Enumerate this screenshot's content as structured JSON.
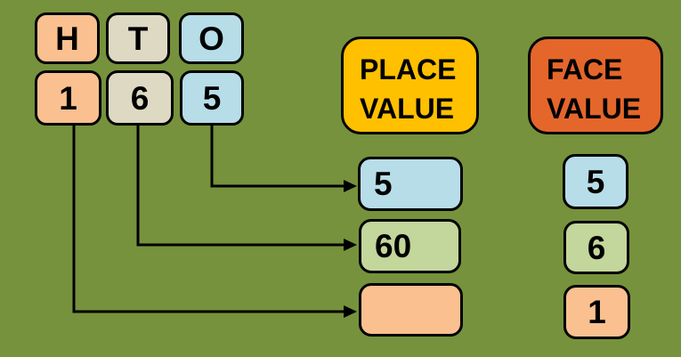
{
  "title": "Place value and face value diagram for 165",
  "colors": {
    "background": "#76923C",
    "peach": "#FAC090",
    "beige": "#DDD9C3",
    "blue": "#B7DDE8",
    "green": "#C3D69B",
    "yellow": "#FFC000",
    "orange": "#E4662B",
    "line": "#000000"
  },
  "digit_grid": {
    "column_headers": [
      {
        "label": "H",
        "color_key": "peach"
      },
      {
        "label": "T",
        "color_key": "beige"
      },
      {
        "label": "O",
        "color_key": "blue"
      }
    ],
    "digits": [
      {
        "label": "1",
        "color_key": "peach"
      },
      {
        "label": "6",
        "color_key": "beige"
      },
      {
        "label": "5",
        "color_key": "blue"
      }
    ]
  },
  "place_value": {
    "title_line1": "PLACE",
    "title_line2": "VALUE",
    "color_key": "yellow",
    "entries": [
      {
        "value": "5",
        "color_key": "blue"
      },
      {
        "value": "60",
        "color_key": "green"
      },
      {
        "value": "",
        "color_key": "peach"
      }
    ]
  },
  "face_value": {
    "title_line1": "FACE",
    "title_line2": "VALUE",
    "color_key": "orange",
    "entries": [
      {
        "value": "5",
        "color_key": "blue"
      },
      {
        "value": "6",
        "color_key": "green"
      },
      {
        "value": "1",
        "color_key": "peach"
      }
    ]
  }
}
